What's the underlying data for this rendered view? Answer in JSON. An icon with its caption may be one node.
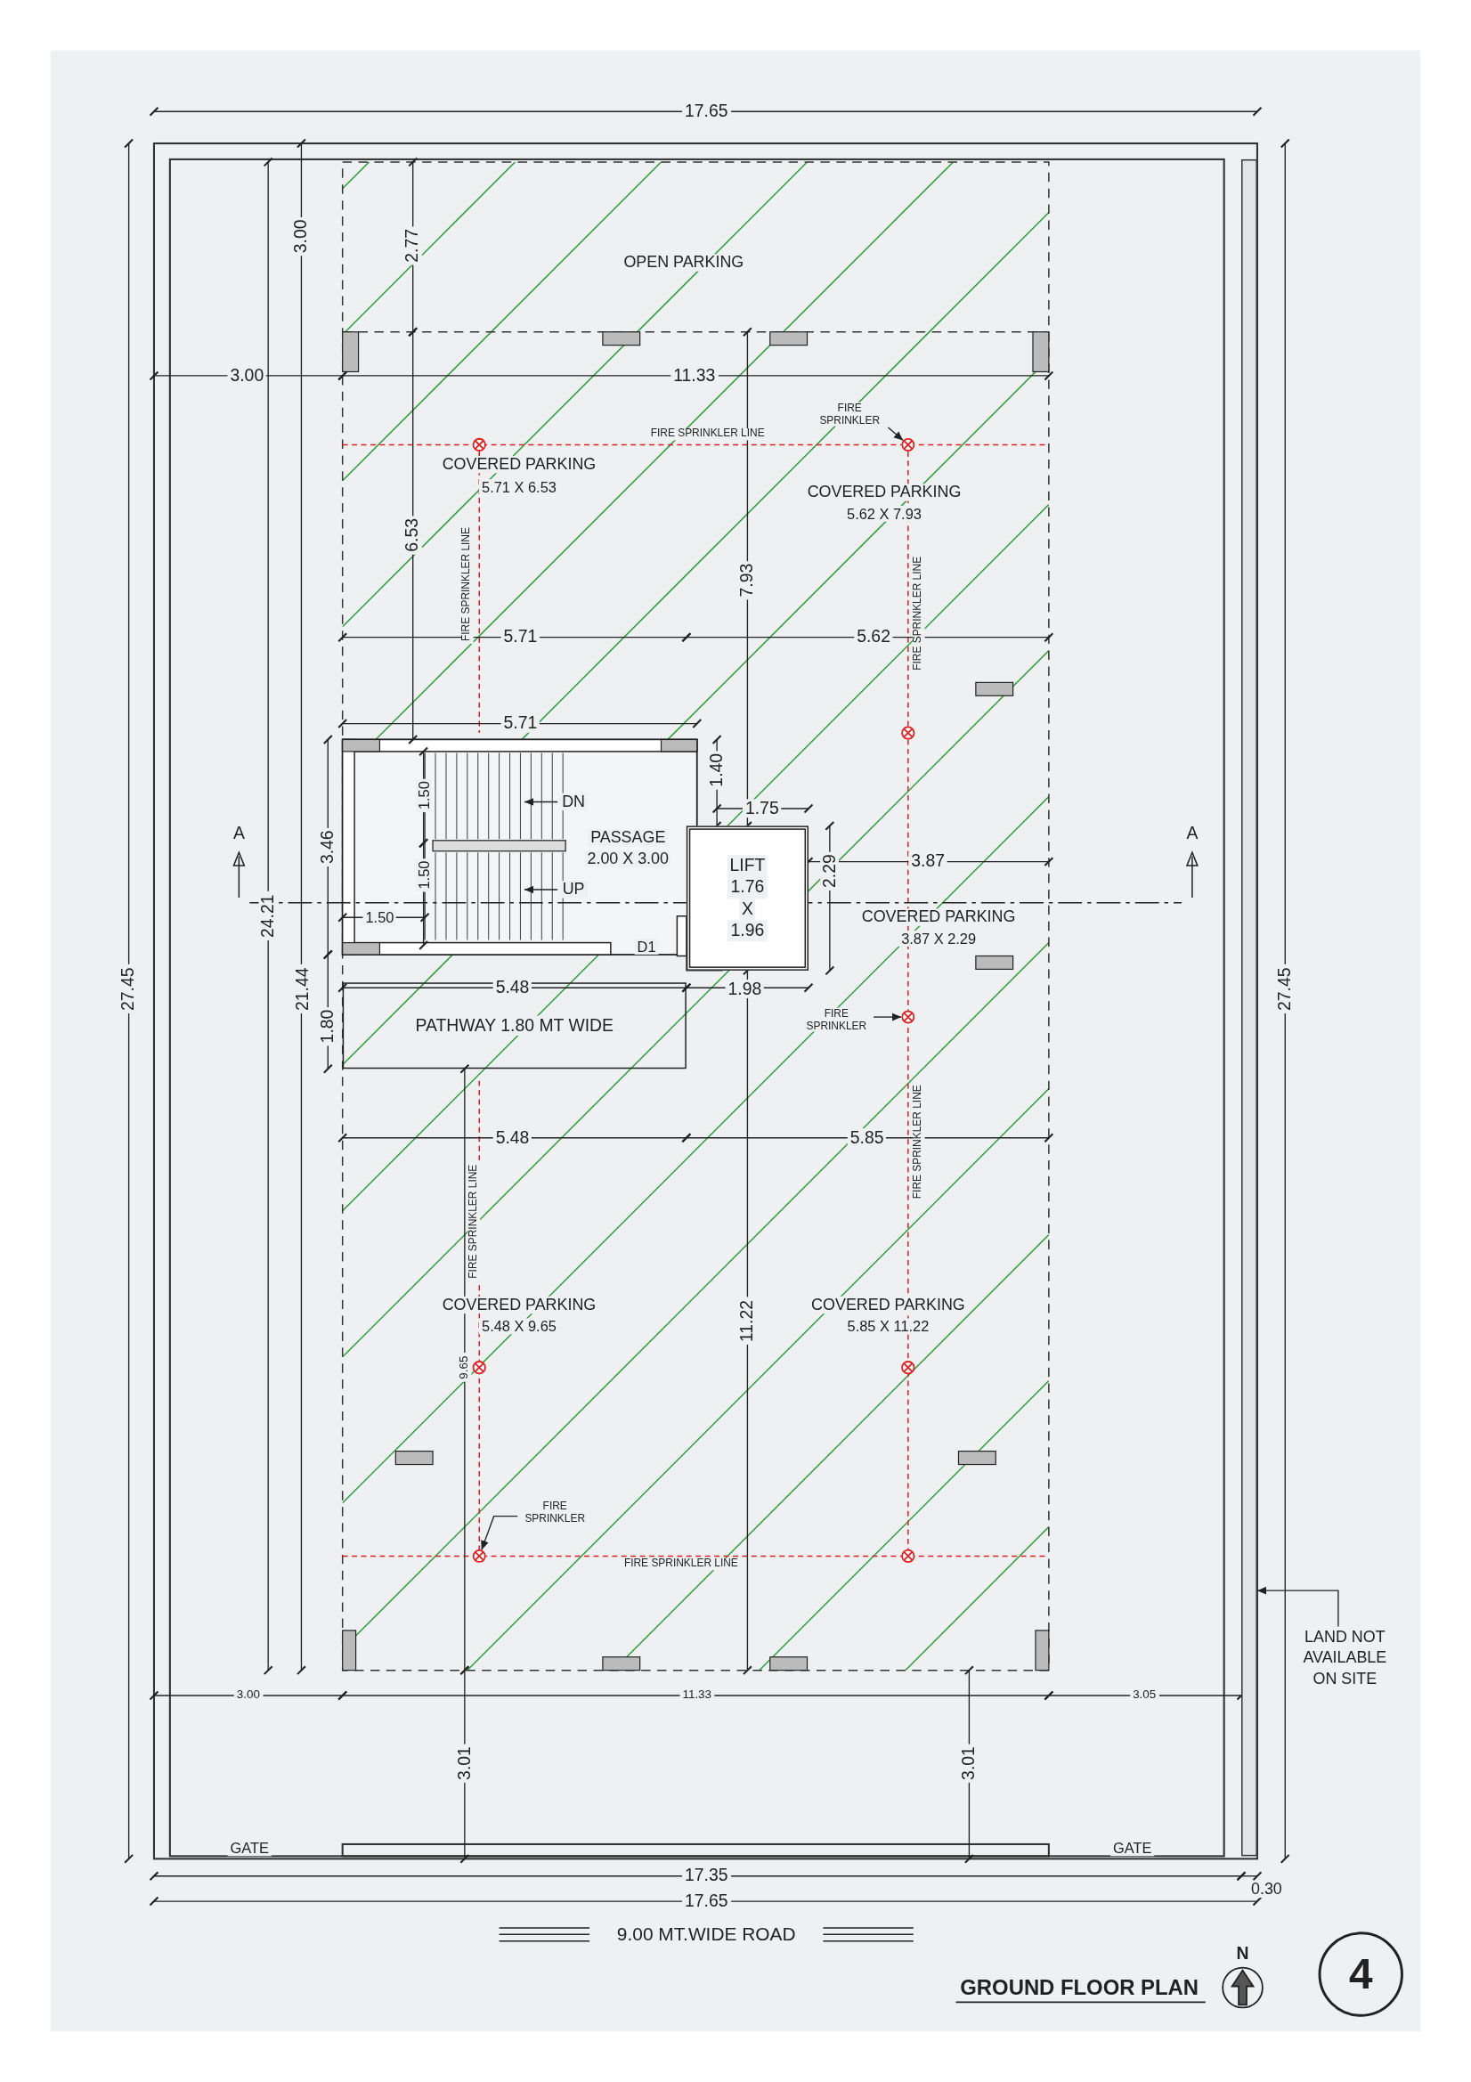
{
  "diagram": {
    "title": "GROUND FLOOR PLAN",
    "nodes": [
      {
        "text": [
          "PATHWAY 1.80 MT WIDE"
        ]
      },
      {
        "text": [
          "LIFT",
          "1.76",
          "X",
          "1.96"
        ]
      },
      {
        "text": [
          "FIRE SPRINKLER"
        ]
      },
      {
        "text": [],
        "shape": "circle"
      },
      {
        "text": [
          "FIRE SPRINKLER"
        ]
      },
      {
        "text": [],
        "shape": "circle"
      },
      {
        "text": [
          "FIRE SPRINKLER"
        ]
      },
      {
        "text": [],
        "shape": "circle"
      },
      {
        "text": [
          "LAND NOT AVAILABLE ON SITE"
        ]
      },
      {
        "text": [],
        "shape": "bar"
      }
    ],
    "edges": [
      {
        "from": 2,
        "to": 3,
        "arrow": "to"
      },
      {
        "from": 4,
        "to": 5,
        "arrow": "to"
      },
      {
        "from": 6,
        "to": 7,
        "arrow": "to"
      },
      {
        "from": 8,
        "to": 9,
        "arrow": "to"
      }
    ],
    "labels": [
      "17.65",
      "27.45",
      "27.45",
      "3.00",
      "2.77",
      "OPEN PARKING",
      "3.00",
      "11.33",
      "FIRE SPRINKLER LINE",
      "COVERED PARKING",
      "5.71 X 6.53",
      "COVERED PARKING",
      "5.62 X 7.93",
      "6.53",
      "7.93",
      "FIRE SPRINKLER LINE",
      "FIRE SPRINKLER LINE",
      "5.71",
      "5.62",
      "5.71",
      "1.40",
      "1.75",
      "1.50",
      "DN",
      "A",
      "PASSAGE",
      "2.00 X 3.00",
      "A",
      "3.46",
      "3.87",
      "1.50",
      "UP",
      "24.21",
      "2.29",
      "COVERED PARKING",
      "3.87 X 2.29",
      "1.50",
      "D1",
      "21.44",
      "5.48",
      "1.98",
      "1.80",
      "5.48",
      "5.85",
      "FIRE SPRINKLER LINE",
      "FIRE SPRINKLER LINE",
      "COVERED PARKING",
      "5.48 X 9.65",
      "COVERED PARKING",
      "5.85 X 11.22",
      "11.22",
      "9.65",
      "FIRE SPRINKLER LINE",
      "3.00",
      "11.33",
      "3.05",
      "3.01",
      "3.01",
      "GATE",
      "GATE",
      "17.35",
      "0.30",
      "17.65",
      "9.00 MT.WIDE ROAD",
      "N",
      "4"
    ]
  }
}
